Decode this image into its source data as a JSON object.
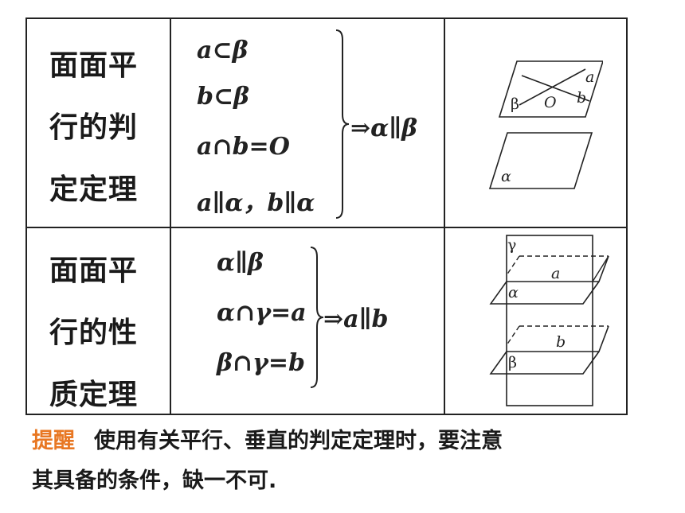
{
  "rows": [
    {
      "title_lines": [
        "面面平",
        "行的判",
        "定定理"
      ],
      "conditions": [
        "a⊂β",
        "b⊂β",
        "a∩b=O",
        "a∥α，b∥α"
      ],
      "conclusion": "⇒α∥β",
      "diagram": {
        "top_plane_label": "β",
        "line_a_label": "a",
        "line_b_label": "b",
        "point_label": "O",
        "bottom_plane_label": "α"
      }
    },
    {
      "title_lines": [
        "面面平",
        "行的性",
        "质定理"
      ],
      "conditions": [
        "α∥β",
        "α∩γ=a",
        "β∩γ=b"
      ],
      "conclusion": "⇒a∥b",
      "diagram": {
        "vertical_plane_label": "γ",
        "upper_plane_label": "α",
        "upper_line_label": "a",
        "lower_plane_label": "β",
        "lower_line_label": "b"
      }
    }
  ],
  "remark": {
    "tag": "提醒",
    "line1": "使用有关平行、垂直的判定定理时，要注意",
    "line2": "其具备的条件，缺一不可."
  }
}
